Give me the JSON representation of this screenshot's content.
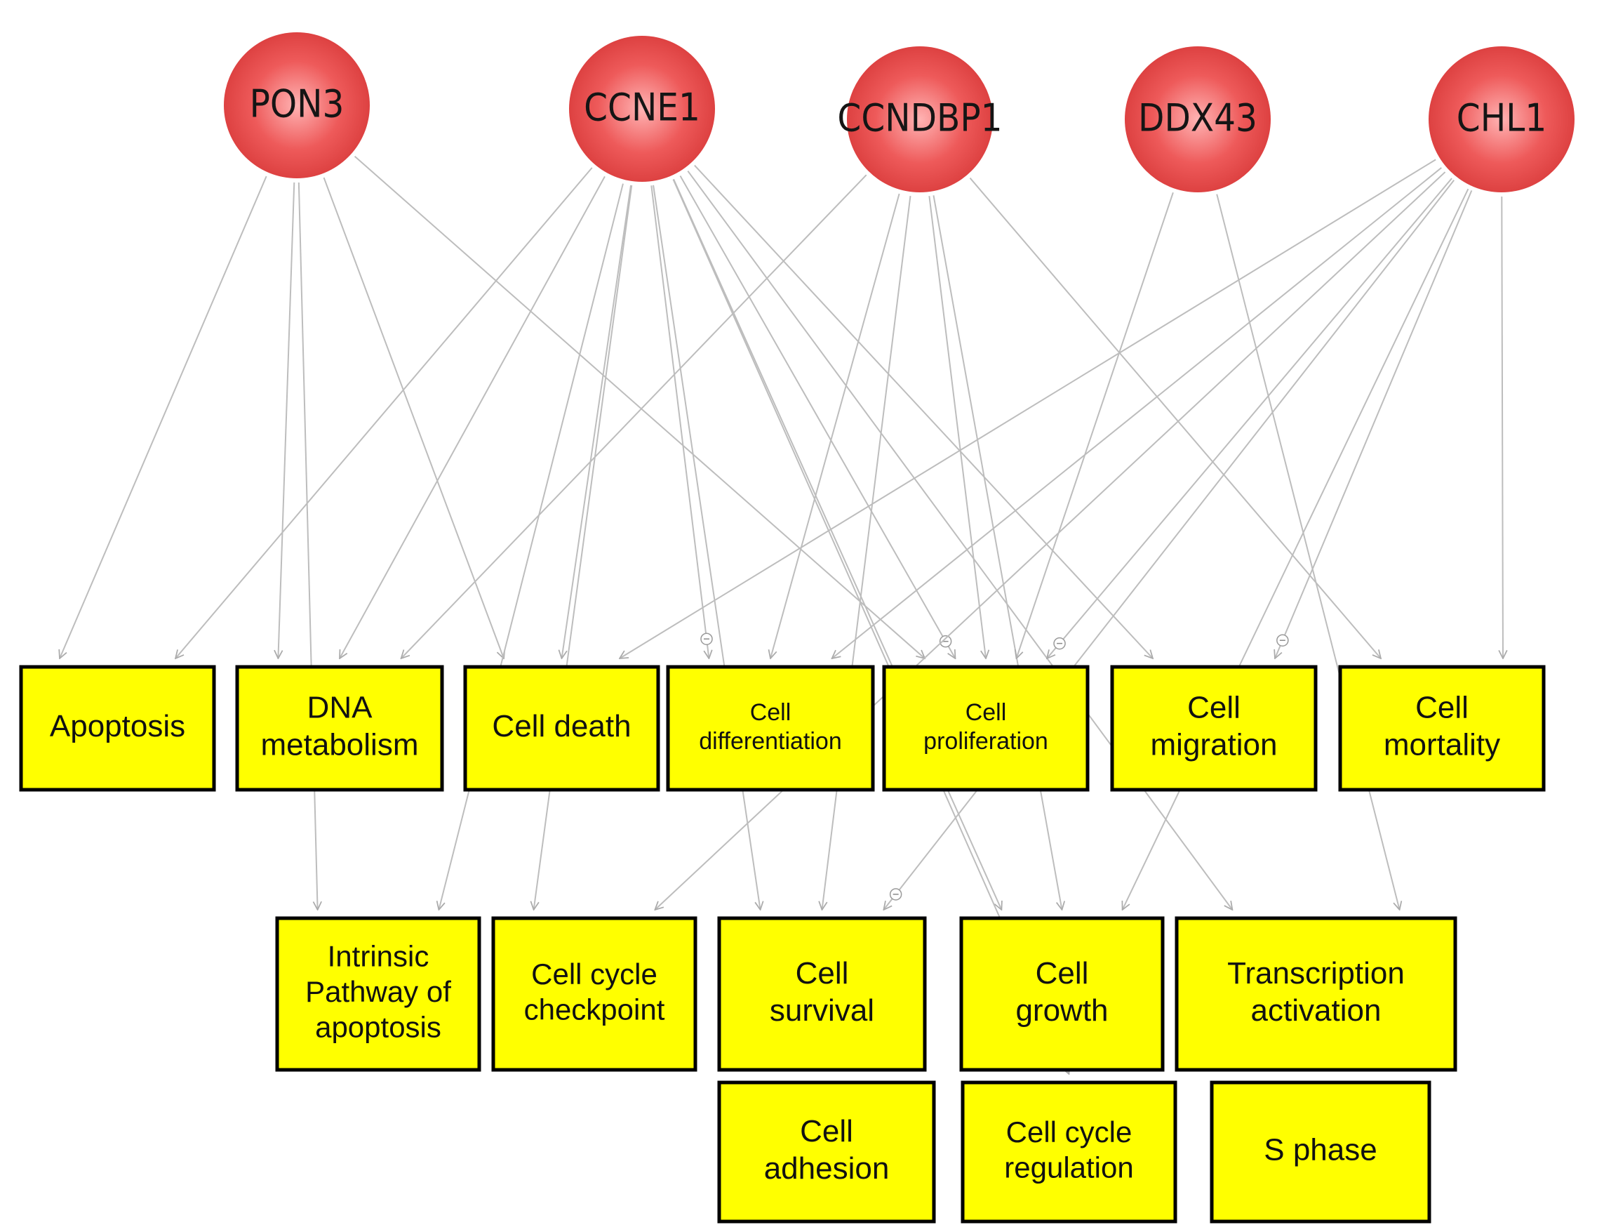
{
  "colors": {
    "gene_fill_center": "#ffb3b3",
    "gene_fill_mid": "#ee5a5a",
    "gene_fill_edge": "#d93b3b",
    "box_fill": "#ffff00",
    "box_stroke": "#000000",
    "edge": "#bdbdbd"
  },
  "genes": [
    {
      "id": "PON3",
      "label": "PON3"
    },
    {
      "id": "CCNE1",
      "label": "CCNE1"
    },
    {
      "id": "CCNDBP1",
      "label": "CCNDBP1"
    },
    {
      "id": "DDX43",
      "label": "DDX43"
    },
    {
      "id": "CHL1",
      "label": "CHL1"
    }
  ],
  "processes": [
    {
      "id": "apoptosis",
      "lines": [
        "Apoptosis"
      ]
    },
    {
      "id": "dna_metabolism",
      "lines": [
        "DNA",
        "metabolism"
      ]
    },
    {
      "id": "cell_death",
      "lines": [
        "Cell death"
      ]
    },
    {
      "id": "cell_differentiation",
      "lines": [
        "Cell",
        "differentiation"
      ]
    },
    {
      "id": "cell_proliferation",
      "lines": [
        "Cell",
        "proliferation"
      ]
    },
    {
      "id": "cell_migration",
      "lines": [
        "Cell",
        "migration"
      ]
    },
    {
      "id": "cell_mortality",
      "lines": [
        "Cell",
        "mortality"
      ]
    },
    {
      "id": "intrinsic_pathway",
      "lines": [
        "Intrinsic",
        "Pathway of",
        "apoptosis"
      ]
    },
    {
      "id": "cell_cycle_checkpoint",
      "lines": [
        "Cell cycle",
        "checkpoint"
      ]
    },
    {
      "id": "cell_survival",
      "lines": [
        "Cell",
        "survival"
      ]
    },
    {
      "id": "cell_growth",
      "lines": [
        "Cell",
        "growth"
      ]
    },
    {
      "id": "transcription_activation",
      "lines": [
        "Transcription",
        "activation"
      ]
    },
    {
      "id": "cell_adhesion",
      "lines": [
        "Cell",
        "adhesion"
      ]
    },
    {
      "id": "cell_cycle_regulation",
      "lines": [
        "Cell cycle",
        "regulation"
      ]
    },
    {
      "id": "s_phase",
      "lines": [
        "S phase"
      ]
    }
  ],
  "edges": [
    {
      "from": "PON3",
      "to": "apoptosis"
    },
    {
      "from": "PON3",
      "to": "dna_metabolism"
    },
    {
      "from": "PON3",
      "to": "cell_death"
    },
    {
      "from": "PON3",
      "to": "cell_proliferation"
    },
    {
      "from": "PON3",
      "to": "intrinsic_pathway"
    },
    {
      "from": "CCNE1",
      "to": "apoptosis"
    },
    {
      "from": "CCNE1",
      "to": "dna_metabolism"
    },
    {
      "from": "CCNE1",
      "to": "cell_death"
    },
    {
      "from": "CCNE1",
      "to": "cell_differentiation",
      "inhibit": true
    },
    {
      "from": "CCNE1",
      "to": "cell_proliferation",
      "inhibit": true
    },
    {
      "from": "CCNE1",
      "to": "cell_migration"
    },
    {
      "from": "CCNE1",
      "to": "cell_survival"
    },
    {
      "from": "CCNE1",
      "to": "cell_growth"
    },
    {
      "from": "CCNE1",
      "to": "cell_cycle_checkpoint"
    },
    {
      "from": "CCNE1",
      "to": "intrinsic_pathway"
    },
    {
      "from": "CCNE1",
      "to": "cell_cycle_regulation"
    },
    {
      "from": "CCNE1",
      "to": "transcription_activation"
    },
    {
      "from": "CCNDBP1",
      "to": "dna_metabolism"
    },
    {
      "from": "CCNDBP1",
      "to": "cell_differentiation"
    },
    {
      "from": "CCNDBP1",
      "to": "cell_proliferation"
    },
    {
      "from": "CCNDBP1",
      "to": "cell_mortality"
    },
    {
      "from": "CCNDBP1",
      "to": "cell_growth"
    },
    {
      "from": "CCNDBP1",
      "to": "cell_survival"
    },
    {
      "from": "DDX43",
      "to": "cell_proliferation"
    },
    {
      "from": "DDX43",
      "to": "transcription_activation"
    },
    {
      "from": "CHL1",
      "to": "cell_death"
    },
    {
      "from": "CHL1",
      "to": "cell_differentiation"
    },
    {
      "from": "CHL1",
      "to": "cell_proliferation",
      "inhibit": true
    },
    {
      "from": "CHL1",
      "to": "cell_migration",
      "inhibit": true
    },
    {
      "from": "CHL1",
      "to": "cell_mortality"
    },
    {
      "from": "CHL1",
      "to": "cell_survival",
      "inhibit": true
    },
    {
      "from": "CHL1",
      "to": "cell_growth"
    },
    {
      "from": "CHL1",
      "to": "cell_cycle_checkpoint"
    }
  ]
}
